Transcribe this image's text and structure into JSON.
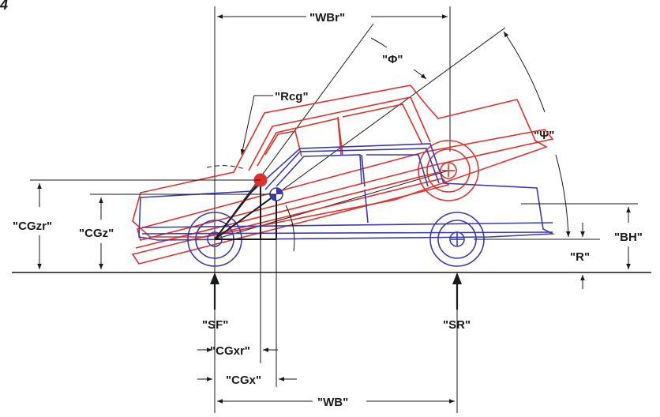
{
  "figure_number": "4",
  "colors": {
    "dimension": "#1a1a1a",
    "raised_car": "#e0322d",
    "level_car": "#3b3bb0",
    "cg_raised": "#e0322d",
    "cg_level": "#3b3bb0"
  },
  "labels": {
    "wbr": "\"WBr\"",
    "phi": "\"Φ\"",
    "psi": "\"Ψ\"",
    "rcg": "\"Rcg\"",
    "cgzr": "\"CGzr\"",
    "cgz": "\"CGz\"",
    "bh": "\"BH\"",
    "r": "\"R\"",
    "sf": "\"SF\"",
    "sr": "\"SR\"",
    "cgxr": "\"CGxr\"",
    "cgx": "\"CGx\"",
    "wb": "\"WB\""
  }
}
